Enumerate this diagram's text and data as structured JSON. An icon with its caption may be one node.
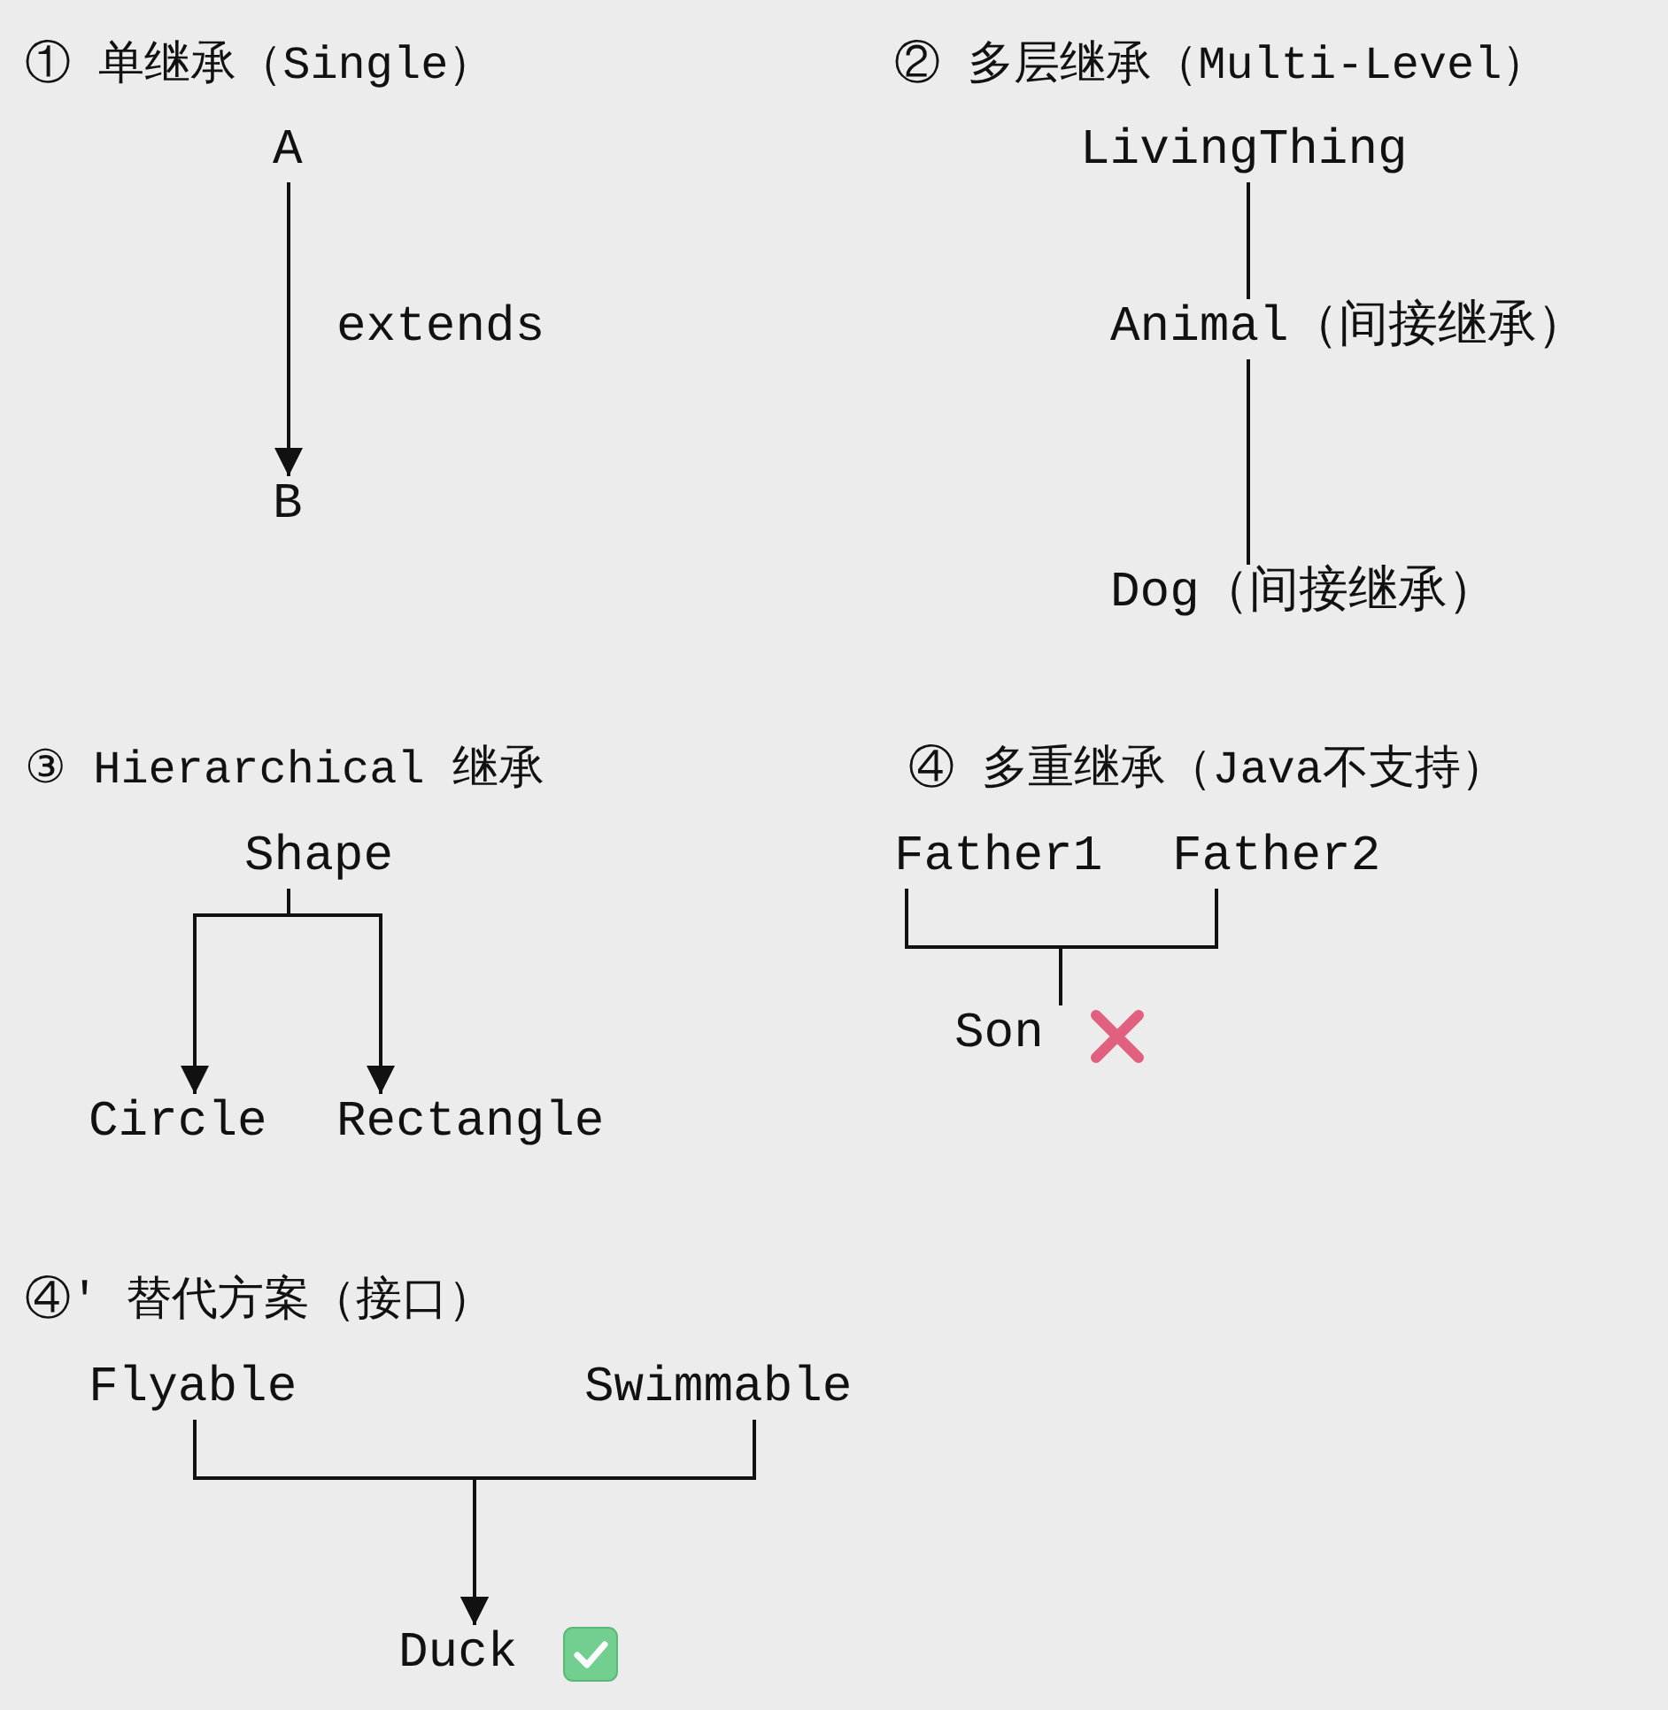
{
  "diagram": {
    "nodes": [
      {
        "text": [
          "A"
        ]
      },
      {
        "text": [
          "B"
        ]
      },
      {
        "text": [
          "LivingThing"
        ]
      },
      {
        "text": [
          "Animal（间接继承）"
        ]
      },
      {
        "text": [
          "Dog（间接继承）"
        ]
      },
      {
        "text": [
          "Shape"
        ]
      },
      {
        "text": [
          "Circle"
        ]
      },
      {
        "text": [
          "Rectangle"
        ]
      },
      {
        "text": [
          "Father1"
        ]
      },
      {
        "text": [
          "Father2"
        ]
      },
      {
        "text": [
          "Son"
        ]
      },
      {
        "text": [
          "Flyable"
        ]
      },
      {
        "text": [
          "Swimmable"
        ]
      },
      {
        "text": [
          "Duck"
        ]
      }
    ],
    "edges": [
      {
        "from": 0,
        "to": 1,
        "arrow": "to",
        "label": "extends"
      },
      {
        "from": 2,
        "to": 3,
        "arrow": "none"
      },
      {
        "from": 3,
        "to": 4,
        "arrow": "none"
      },
      {
        "from": 5,
        "to": 6,
        "arrow": "to"
      },
      {
        "from": 5,
        "to": 7,
        "arrow": "to"
      },
      {
        "from": 8,
        "to": 10,
        "arrow": "none"
      },
      {
        "from": 9,
        "to": 10,
        "arrow": "none"
      },
      {
        "from": 11,
        "to": 13,
        "arrow": "to"
      },
      {
        "from": 12,
        "to": 13,
        "arrow": "to"
      }
    ],
    "labels": [
      "① 单继承（Single）",
      "② 多层继承（Multi-Level）",
      "③ Hierarchical 继承",
      "④ 多重继承（Java不支持）",
      "④' 替代方案（接口）"
    ]
  }
}
